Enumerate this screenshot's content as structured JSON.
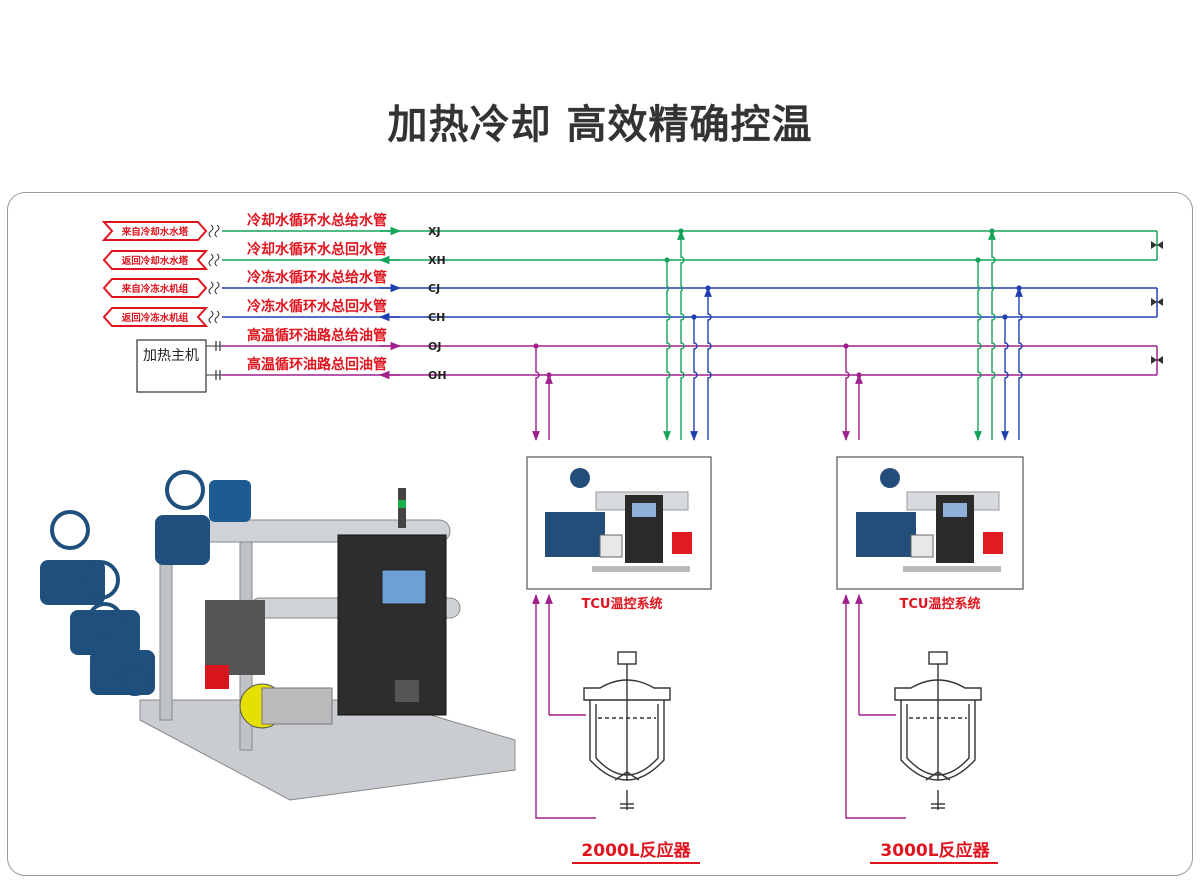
{
  "title": "加热冷却 高效精确控温",
  "sources": [
    {
      "text": "来自冷却水水塔",
      "dir": "in"
    },
    {
      "text": "返回冷却水水塔",
      "dir": "out"
    },
    {
      "text": "来自冷冻水机组",
      "dir": "in"
    },
    {
      "text": "返回冷冻水机组",
      "dir": "out"
    }
  ],
  "heater": "加热主机",
  "pipes": [
    {
      "label": "冷却水循环水总给水管",
      "code": "XJ",
      "color": "#15a35a"
    },
    {
      "label": "冷却水循环水总回水管",
      "code": "XH",
      "color": "#15a35a"
    },
    {
      "label": "冷冻水循环水总给水管",
      "code": "CJ",
      "color": "#1f3fb0"
    },
    {
      "label": "冷冻水循环水总回水管",
      "code": "CH",
      "color": "#1f3fb0"
    },
    {
      "label": "高温循环油路总给油管",
      "code": "OJ",
      "color": "#a0208e"
    },
    {
      "label": "高温循环油路总回油管",
      "code": "OH",
      "color": "#a0208e"
    }
  ],
  "tcu_label": "TCU温控系统",
  "reactors": [
    "2000L反应器",
    "3000L反应器"
  ],
  "colors": {
    "green": "#15a35a",
    "blue": "#1f3fb0",
    "purple": "#a0208e",
    "red": "#e0141e"
  }
}
